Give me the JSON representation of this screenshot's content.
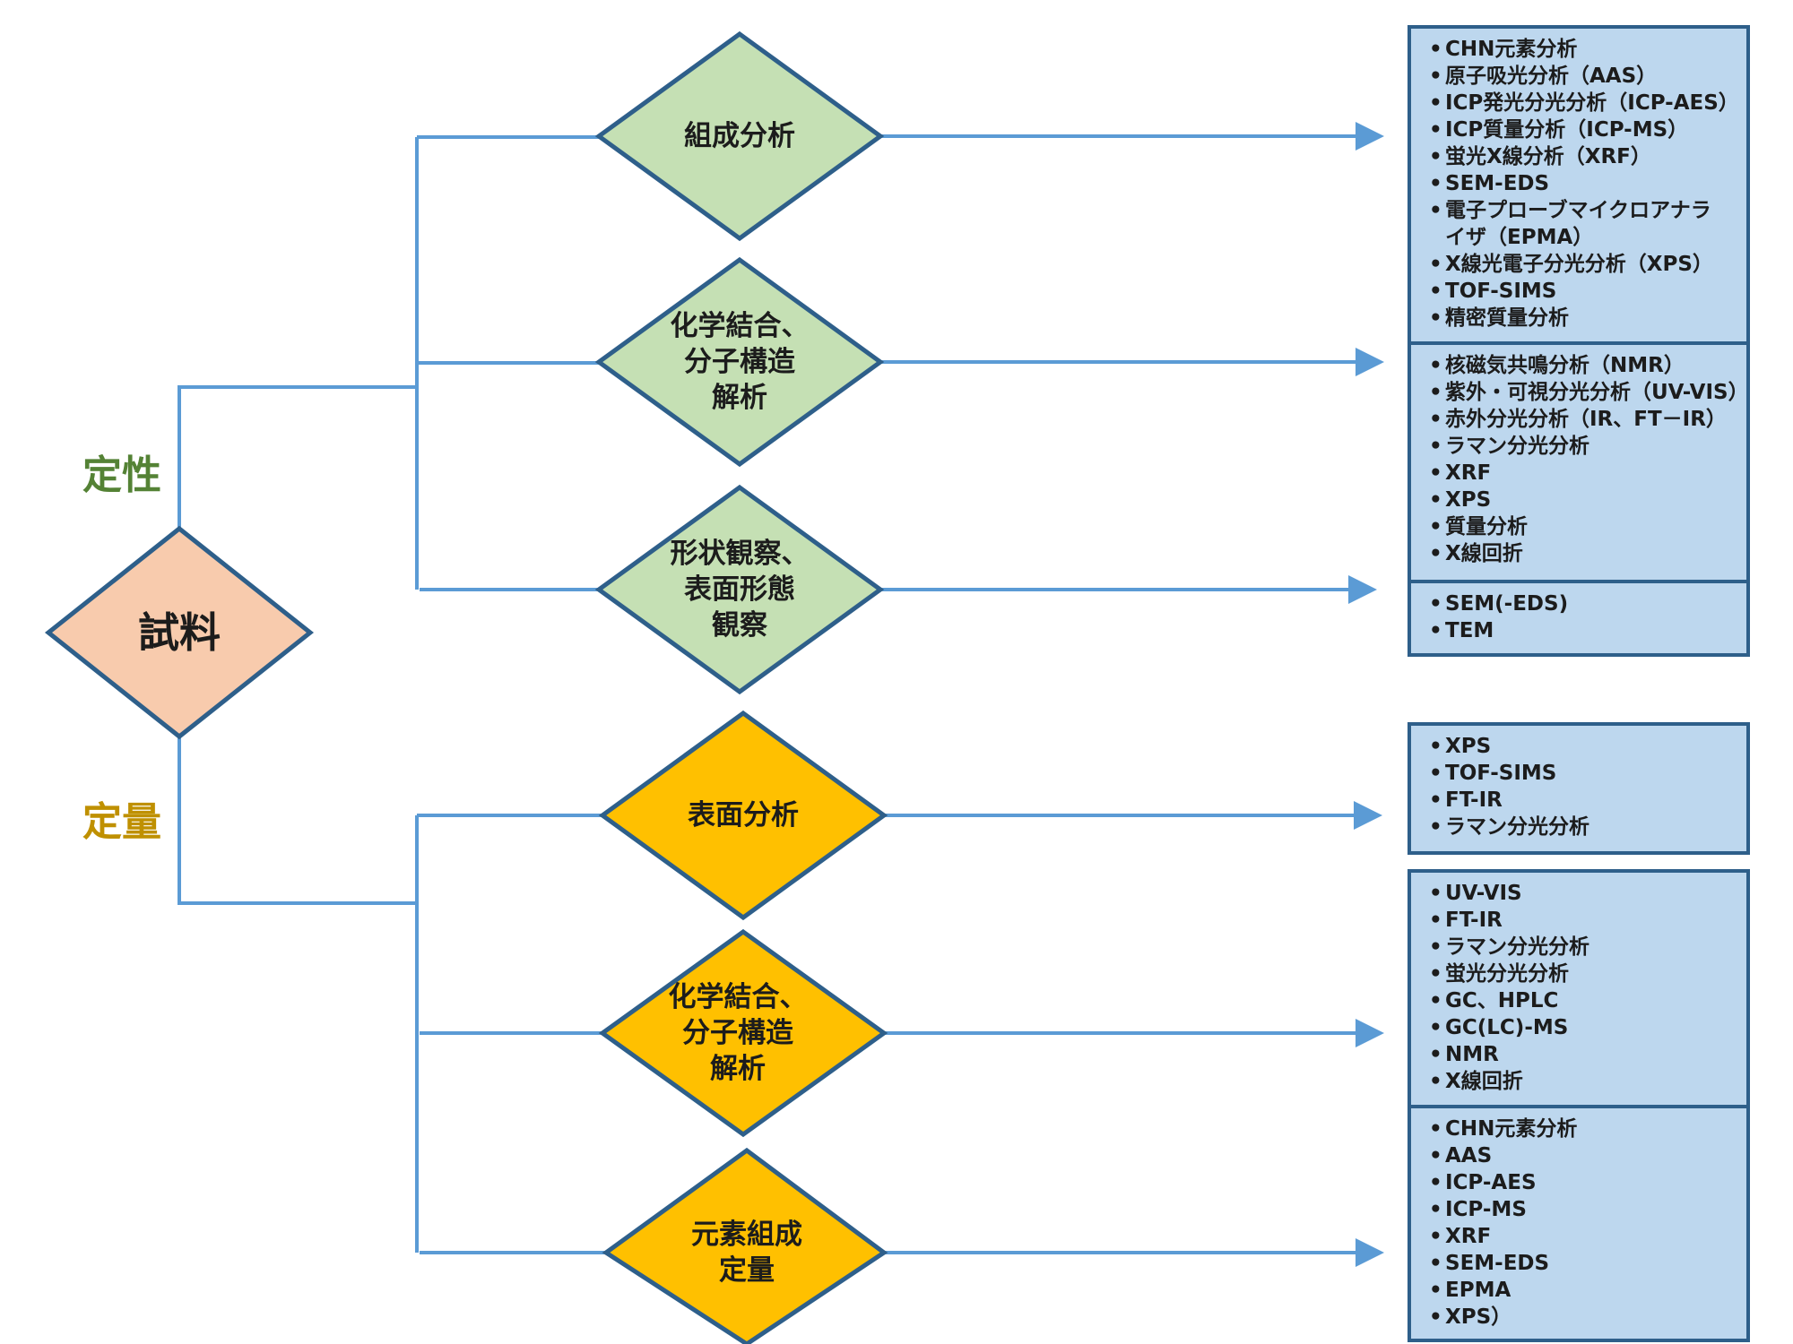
{
  "root": {
    "label": "試料"
  },
  "branches": {
    "qualitative": "定性",
    "quantitative": "定量"
  },
  "colors": {
    "connector": "#5b9bd5",
    "diamond_border": "#2e5f8a",
    "green_fill": "#c5e0b4",
    "orange_fill": "#ffc000",
    "root_fill": "#f8cbad",
    "box_fill": "#bdd7ee",
    "qualitative_text": "#548235",
    "quantitative_text": "#bf9000"
  },
  "qualitative_nodes": [
    {
      "label": "組成分析"
    },
    {
      "label": "化学結合、\n分子構造\n解析"
    },
    {
      "label": "形状観察、\n表面形態\n観察"
    }
  ],
  "quantitative_nodes": [
    {
      "label": "表面分析"
    },
    {
      "label": "化学結合、\n分子構造\n解析"
    },
    {
      "label": "元素組成\n定量"
    }
  ],
  "method_boxes": [
    {
      "items": [
        "CHN元素分析",
        "原子吸光分析（AAS）",
        "ICP発光分光分析（ICP-AES）",
        "ICP質量分析（ICP-MS）",
        "蛍光X線分析（XRF）",
        "SEM-EDS",
        "電子プローブマイクロアナラ",
        "イザ（EPMA）",
        "X線光電子分光分析（XPS）",
        "TOF-SIMS",
        "精密質量分析"
      ]
    },
    {
      "items": [
        "核磁気共鳴分析（NMR）",
        "紫外・可視分光分析（UV-VIS）",
        "赤外分光分析（IR、FT－IR）",
        "ラマン分光分析",
        "XRF",
        "XPS",
        "質量分析",
        "X線回折"
      ]
    },
    {
      "items": [
        "SEM(-EDS)",
        "TEM"
      ]
    },
    {
      "items": [
        "XPS",
        "TOF-SIMS",
        "FT-IR",
        "ラマン分光分析"
      ]
    },
    {
      "items": [
        "UV-VIS",
        "FT-IR",
        "ラマン分光分析",
        "蛍光分光分析",
        "GC、HPLC",
        "GC(LC)-MS",
        "NMR",
        "X線回折"
      ]
    },
    {
      "items": [
        "CHN元素分析",
        "AAS",
        "ICP-AES",
        "ICP-MS",
        "XRF",
        "SEM-EDS",
        "EPMA",
        "XPS）"
      ]
    }
  ]
}
